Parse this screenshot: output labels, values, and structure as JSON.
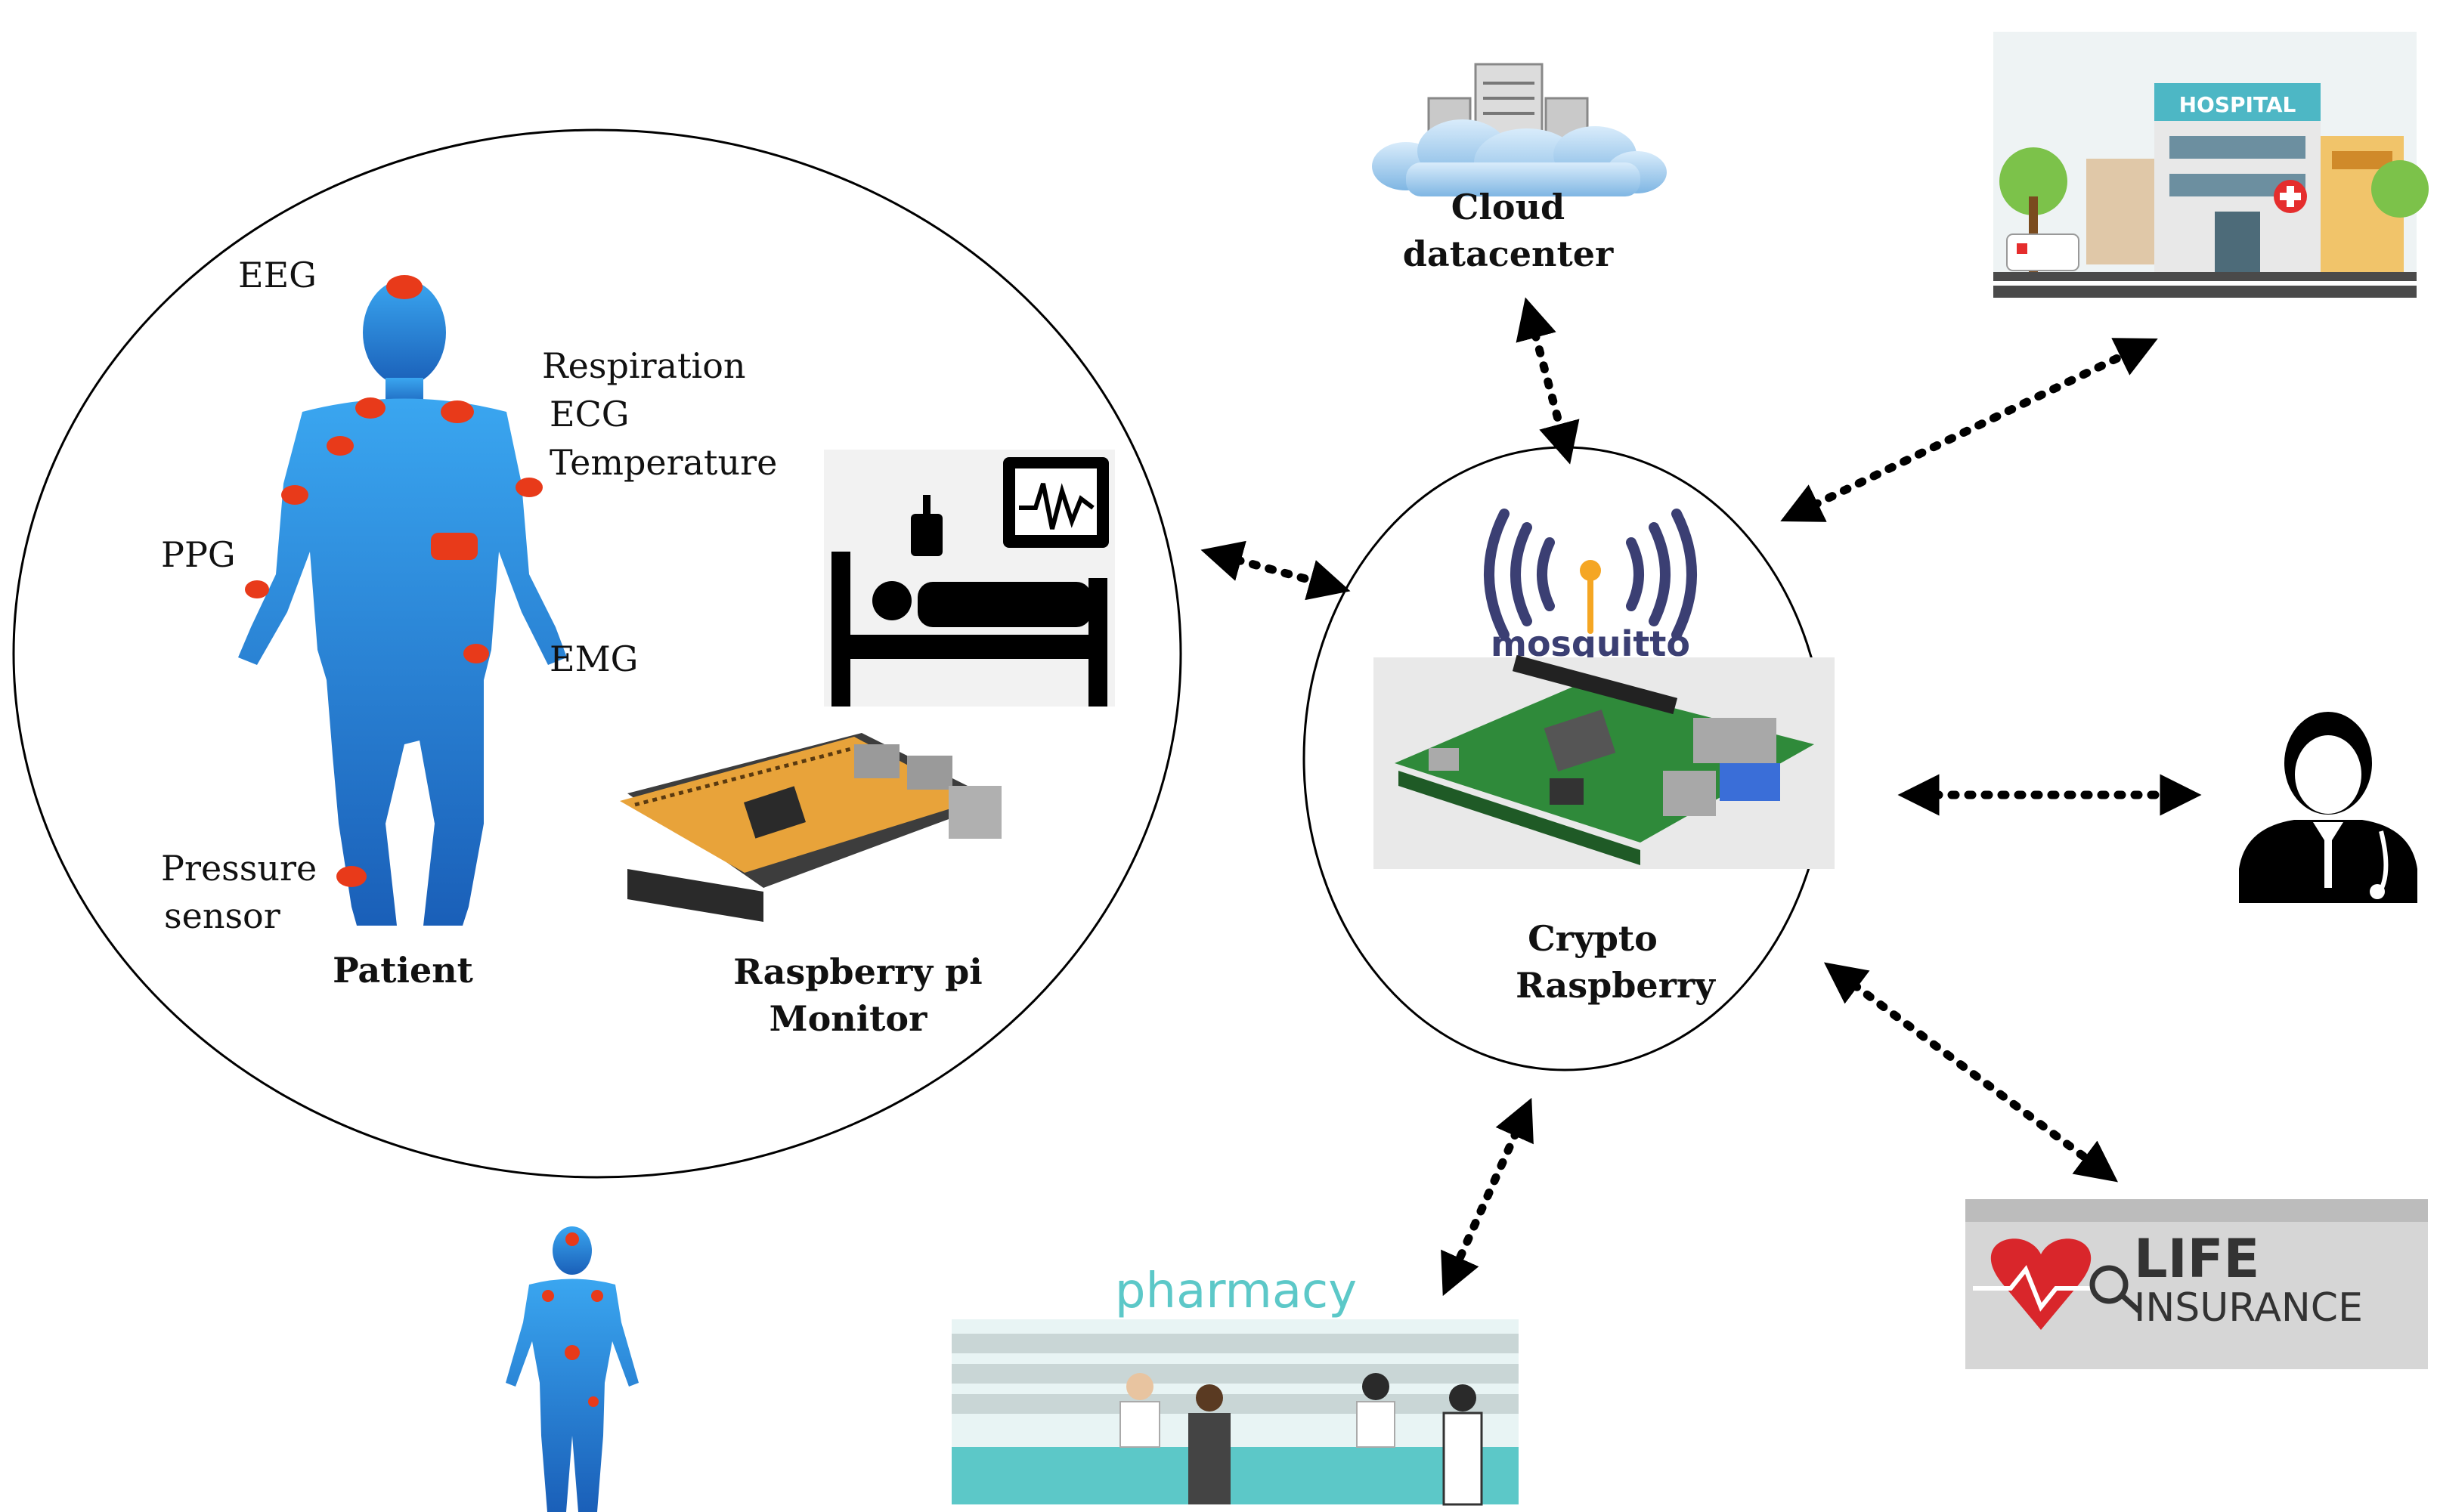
{
  "patient_area": {
    "sensor_labels": {
      "eeg": "EEG",
      "respiration": "Respiration",
      "ecg": "ECG",
      "temperature": "Temperature",
      "ppg": "PPG",
      "emg": "EMG",
      "pressure_line1": "Pressure",
      "pressure_line2": "sensor"
    },
    "patient_caption": "Patient",
    "monitor_caption_line1": "Raspberry pi",
    "monitor_caption_line2": "Monitor"
  },
  "hub": {
    "logo_text": "mosquitto",
    "caption_line1": "Crypto",
    "caption_line2": "Raspberry"
  },
  "cloud": {
    "caption_line1": "Cloud",
    "caption_line2": "datacenter"
  },
  "hospital": {
    "sign_text": "HOSPITAL"
  },
  "pharmacy": {
    "title": "pharmacy"
  },
  "insurance": {
    "line1": "LIFE",
    "line2": "INSURANCE"
  },
  "colors": {
    "body_blue": "#1f7fd6",
    "sensor_red": "#e83a1a",
    "pharmacy_teal": "#5cc8c8",
    "mosquitto_navy": "#3b3f73",
    "mosquitto_orange": "#f5a623",
    "pcb_orange": "#e8a33a",
    "pcb_green": "#2f8a3a"
  },
  "icons": [
    "cloud-server-icon",
    "hospital-building-icon",
    "hospital-bed-monitor-icon",
    "doctor-icon",
    "life-insurance-icon",
    "pharmacy-store-icon",
    "raspberry-pi-board-icon",
    "mosquitto-broker-icon",
    "human-body-icon"
  ]
}
